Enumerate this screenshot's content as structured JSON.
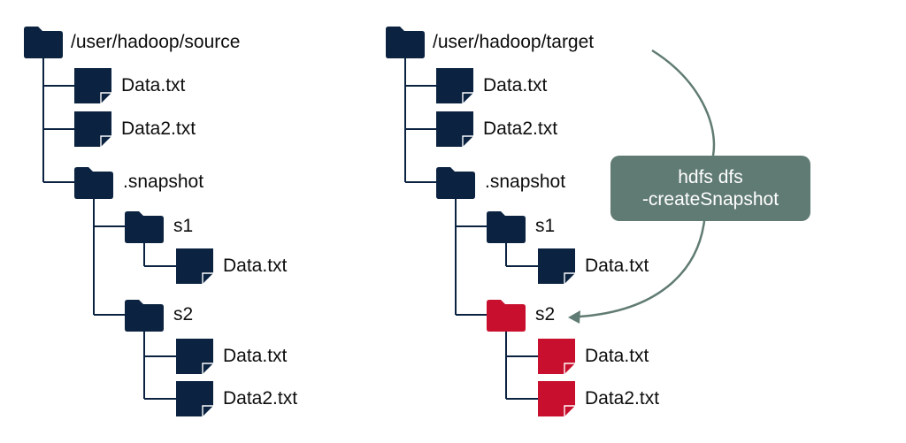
{
  "colors": {
    "navy": "#0b2340",
    "red": "#c8102e",
    "command_box": "#607b73",
    "arrow": "#607b73",
    "line": "#0b2340"
  },
  "trees": [
    {
      "id": "source",
      "root": {
        "label": "/user/hadoop/source",
        "icon": "folder-icon"
      },
      "items": [
        {
          "label": "Data.txt",
          "icon": "file-icon"
        },
        {
          "label": "Data2.txt",
          "icon": "file-icon"
        },
        {
          "label": ".snapshot",
          "icon": "folder-icon"
        },
        {
          "label": "s1",
          "icon": "folder-icon"
        },
        {
          "label": "Data.txt",
          "icon": "file-icon"
        },
        {
          "label": "s2",
          "icon": "folder-icon"
        },
        {
          "label": "Data.txt",
          "icon": "file-icon"
        },
        {
          "label": "Data2.txt",
          "icon": "file-icon"
        }
      ]
    },
    {
      "id": "target",
      "root": {
        "label": "/user/hadoop/target",
        "icon": "folder-icon"
      },
      "items": [
        {
          "label": "Data.txt",
          "icon": "file-icon"
        },
        {
          "label": "Data2.txt",
          "icon": "file-icon"
        },
        {
          "label": ".snapshot",
          "icon": "folder-icon"
        },
        {
          "label": "s1",
          "icon": "folder-icon"
        },
        {
          "label": "Data.txt",
          "icon": "file-icon"
        },
        {
          "label": "s2",
          "icon": "folder-icon",
          "highlight": true
        },
        {
          "label": "Data.txt",
          "icon": "file-icon",
          "highlight": true
        },
        {
          "label": "Data2.txt",
          "icon": "file-icon",
          "highlight": true
        }
      ]
    }
  ],
  "command": {
    "line1": "hdfs dfs",
    "line2": "-createSnapshot"
  }
}
